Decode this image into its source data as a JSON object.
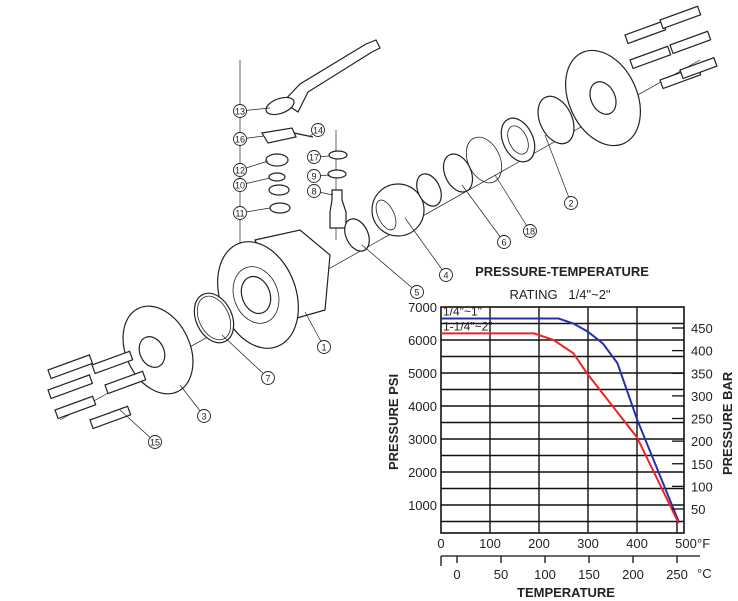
{
  "diagram": {
    "callouts": [
      "1",
      "2",
      "3",
      "4",
      "5",
      "6",
      "7",
      "8",
      "9",
      "10",
      "11",
      "12",
      "13",
      "14",
      "15",
      "16",
      "17",
      "18"
    ]
  },
  "colors": {
    "series_small": "#2233aa",
    "series_large": "#ee2222",
    "grid": "#111111"
  },
  "chart_data": {
    "type": "line",
    "title": "PRESSURE-TEMPERATURE",
    "subtitle": "RATING   1/4\"~2\"",
    "xlabel": "TEMPERATURE",
    "ylabel": "PRESSURE PSI",
    "y2label": "PRESSURE BAR",
    "x_unit": "°F",
    "x2_unit": "°C",
    "xlim": [
      0,
      500
    ],
    "ylim": [
      0,
      7000
    ],
    "grid": true,
    "x_ticks": [
      "0",
      "100",
      "200",
      "300",
      "400",
      "500"
    ],
    "x_tick_values": [
      0,
      100,
      200,
      300,
      400,
      500
    ],
    "y_ticks": [
      "7000",
      "6000",
      "5000",
      "4000",
      "3000",
      "2000",
      "1000"
    ],
    "y_tick_values": [
      7000,
      6000,
      5000,
      4000,
      3000,
      2000,
      1000
    ],
    "y2_ticks": [
      "450",
      "400",
      "350",
      "300",
      "250",
      "200",
      "150",
      "100",
      "50"
    ],
    "y2_tick_values": [
      450,
      400,
      350,
      300,
      250,
      200,
      150,
      100,
      50
    ],
    "x2_ticks": [
      "0",
      "50",
      "100",
      "150",
      "200",
      "250"
    ],
    "x2_tick_values": [
      0,
      50,
      100,
      150,
      200,
      250
    ],
    "series": [
      {
        "name": "1/4\"~1\"",
        "color": "#2233aa",
        "x": [
          0,
          240,
          270,
          300,
          330,
          360,
          400,
          485
        ],
        "y": [
          6650,
          6650,
          6500,
          6250,
          5900,
          5300,
          3600,
          500
        ]
      },
      {
        "name": "1-1/4\"~2\"",
        "color": "#ee2222",
        "x": [
          0,
          190,
          230,
          270,
          300,
          400,
          485
        ],
        "y": [
          6200,
          6200,
          6000,
          5600,
          4950,
          3050,
          450
        ]
      }
    ]
  }
}
